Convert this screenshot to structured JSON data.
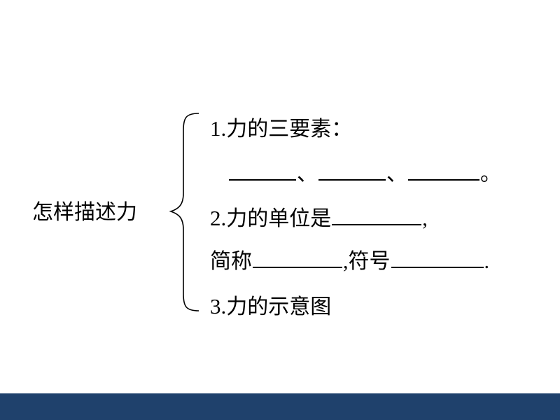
{
  "topic": "怎样描述力",
  "item1": {
    "num": "1.",
    "text": "力的三要素：",
    "sep1": "、",
    "sep2": "、",
    "end": "。"
  },
  "item2": {
    "num": "2.",
    "text": "力的单位是",
    "comma1": ",",
    "abbr_label": "简称",
    "comma2": ",",
    "symbol_label": "符号",
    "end": "."
  },
  "item3": {
    "num": "3.",
    "text": "力的示意图"
  },
  "colors": {
    "footer": "#1f416c",
    "text": "#000000",
    "background": "#ffffff"
  }
}
